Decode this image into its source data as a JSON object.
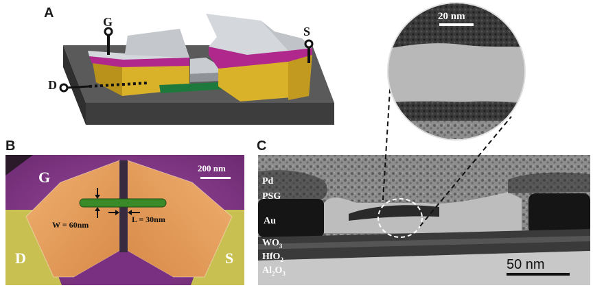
{
  "figure": {
    "panel_a": {
      "letter": "A",
      "terminals": {
        "gate": "G",
        "source": "S",
        "drain": "D"
      }
    },
    "panel_b": {
      "letter": "B",
      "scale_bar": "200 nm",
      "labels": {
        "gate": "G",
        "drain": "D",
        "source": "S"
      },
      "width_label": "W = 60nm",
      "length_label": "L = 30nm"
    },
    "panel_c": {
      "letter": "C",
      "inset_scale_bar": "20 nm",
      "scale_bar": "50 nm",
      "layers": {
        "pd": "Pd",
        "psg": "PSG",
        "au": "Au",
        "wo_base": "WO",
        "wo_sub": "3",
        "hf_base": "HfO",
        "hf_sub": "2",
        "al_base": "Al",
        "al_sub1": "2",
        "al_mid": "O",
        "al_sub2": "3"
      }
    }
  },
  "colors": {
    "gold": "#d9b22a",
    "magenta": "#b0288c",
    "green": "#1e7a3c",
    "gray_slab": "#555555",
    "silver": "#d4d8dc",
    "purple_bg": "#8a3d8f",
    "orange_pad": "#e8a060",
    "yellow_pad": "#c8c050"
  }
}
